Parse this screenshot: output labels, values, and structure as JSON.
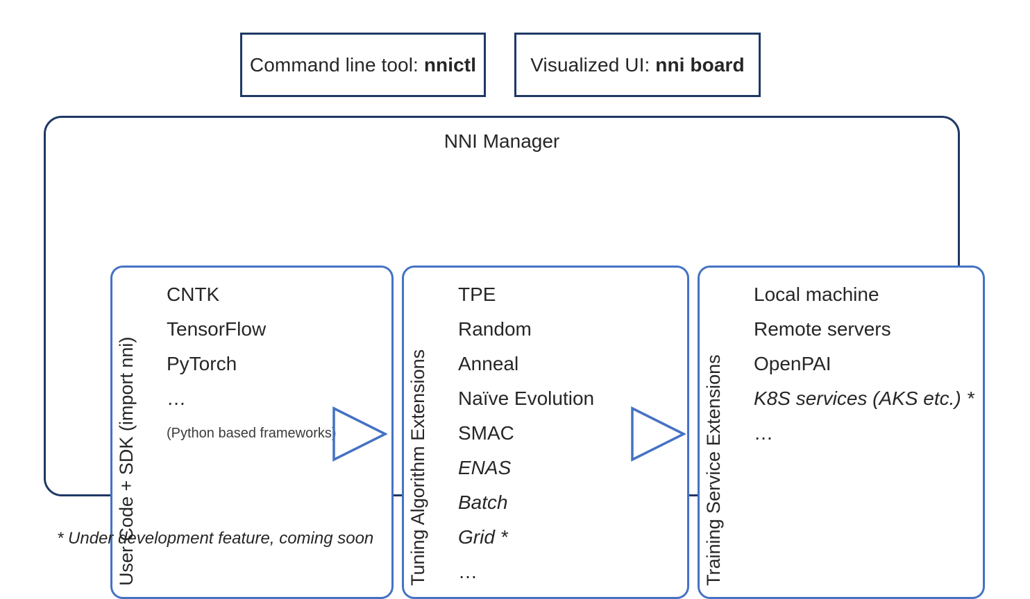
{
  "top_boxes": [
    {
      "name": "command-line-tool",
      "prefix": "Command line tool: ",
      "value": "nnictl"
    },
    {
      "name": "visualized-ui",
      "prefix": "Visualized UI: ",
      "value": "nni board"
    }
  ],
  "manager": {
    "title": "NNI Manager"
  },
  "columns": [
    {
      "id": "user",
      "side_label": "User Code + SDK (import nni)",
      "items": [
        {
          "text": "CNTK",
          "style": "normal"
        },
        {
          "text": "TensorFlow",
          "style": "normal"
        },
        {
          "text": "PyTorch",
          "style": "normal"
        },
        {
          "text": "…",
          "style": "normal"
        },
        {
          "text": "(Python based frameworks)",
          "style": "small"
        }
      ]
    },
    {
      "id": "tuning",
      "side_label": "Tuning Algorithm Extensions",
      "items": [
        {
          "text": "TPE",
          "style": "normal"
        },
        {
          "text": "Random",
          "style": "normal"
        },
        {
          "text": "Anneal",
          "style": "normal"
        },
        {
          "text": "Naïve Evolution",
          "style": "normal"
        },
        {
          "text": "SMAC",
          "style": "normal"
        },
        {
          "text": "ENAS",
          "style": "italic"
        },
        {
          "text": "Batch",
          "style": "italic"
        },
        {
          "text": "Grid *",
          "style": "italic"
        },
        {
          "text": "…",
          "style": "normal"
        }
      ]
    },
    {
      "id": "training",
      "side_label": "Training Service Extensions",
      "items": [
        {
          "text": "Local machine",
          "style": "normal"
        },
        {
          "text": "Remote servers",
          "style": "normal"
        },
        {
          "text": "OpenPAI",
          "style": "normal"
        },
        {
          "text": "K8S services (AKS etc.) *",
          "style": "italic"
        },
        {
          "text": "…",
          "style": "normal"
        }
      ]
    }
  ],
  "arrows": [
    {
      "name": "arrow-user-to-tuning"
    },
    {
      "name": "arrow-tuning-to-training"
    }
  ],
  "footnote": "* Under development feature, coming soon",
  "colors": {
    "outer_border": "#1F3864",
    "inner_border": "#4472C4",
    "arrow": "#4472C4",
    "text": "#262626",
    "background": "#FFFFFF"
  }
}
